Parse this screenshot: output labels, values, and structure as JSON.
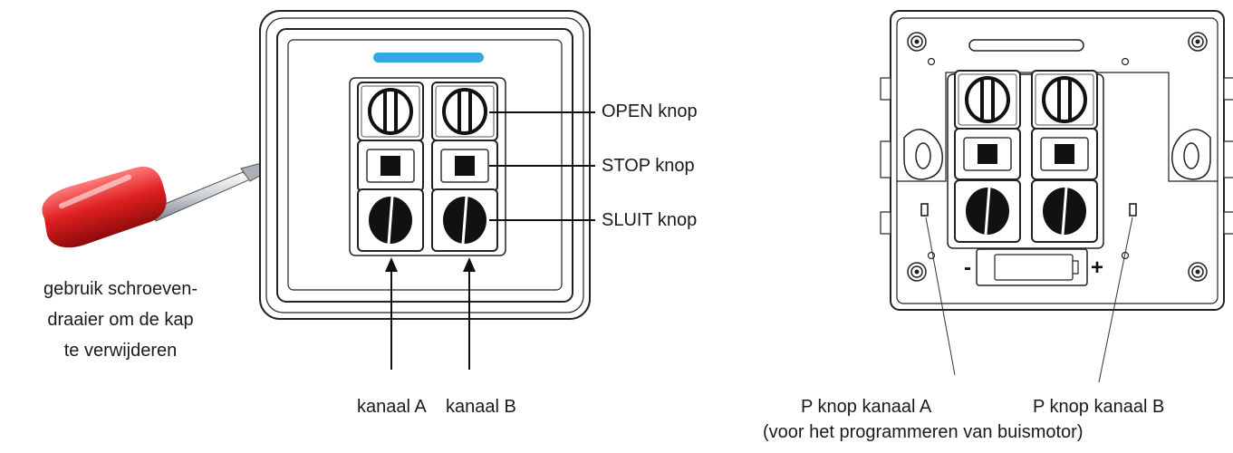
{
  "labels": {
    "open": "OPEN knop",
    "stop": "STOP knop",
    "sluit": "SLUIT knop",
    "channel_a": "kanaal A",
    "channel_b": "kanaal B",
    "screwdriver_line1": "gebruik schroeven-",
    "screwdriver_line2": "draaier om de kap",
    "screwdriver_line3": "te verwijderen",
    "p_channel_a": "P knop kanaal A",
    "p_channel_b": "P knop kanaal B",
    "p_note": "(voor het programmeren van buismotor)"
  },
  "battery": {
    "minus": "-",
    "plus": "+"
  },
  "colors": {
    "led": "#33a8e0",
    "handle": "#d62828",
    "outline": "#222222"
  },
  "icons": [
    "screwdriver-icon",
    "open-button-icon",
    "stop-button-icon",
    "close-button-icon",
    "battery-icon",
    "mounting-hole-icon"
  ]
}
